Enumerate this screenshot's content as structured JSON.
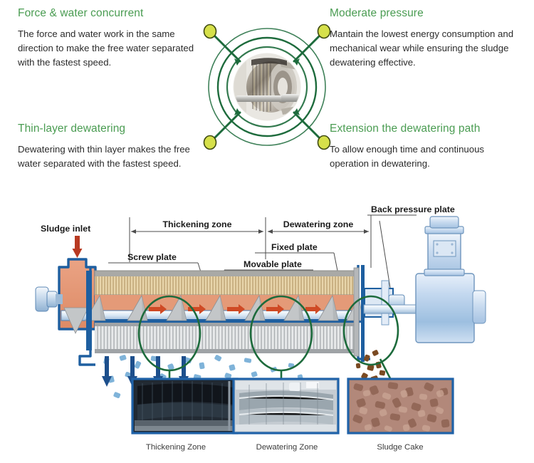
{
  "features": [
    {
      "id": "force-water-concurrent",
      "title": "Force & water concurrent",
      "body": "The force and water work in the same direction to make the free water separated with the fastest speed."
    },
    {
      "id": "moderate-pressure",
      "title": "Moderate pressure",
      "body": "Mantain the lowest energy consumption and mechanical wear while ensuring the sludge dewatering effective."
    },
    {
      "id": "thin-layer-dewatering",
      "title": "Thin-layer dewatering",
      "body": "Dewatering with thin layer makes the free water separated with the fastest speed."
    },
    {
      "id": "extension-dewatering-path",
      "title": "Extension the dewatering path",
      "body": "To allow enough time and continuous operation in dewatering."
    }
  ],
  "hub": {
    "node_count": 4,
    "ring_count": 3,
    "center_image": "screw-press-drum-photo"
  },
  "diagram": {
    "labels": {
      "sludge_inlet": "Sludge inlet",
      "thickening_zone": "Thickening zone",
      "dewatering_zone": "Dewatering zone",
      "screw_plate": "Screw plate",
      "fixed_plate": "Fixed plate",
      "movable_plate": "Movable plate",
      "back_pressure_plate": "Back pressure plate"
    },
    "photos": [
      {
        "id": "thickening-zone-photo",
        "caption": "Thickening Zone"
      },
      {
        "id": "dewatering-zone-photo",
        "caption": "Dewatering Zone"
      },
      {
        "id": "sludge-cake-photo",
        "caption": "Sludge Cake"
      }
    ]
  },
  "colors": {
    "heading_green": "#4a9c52",
    "hub_ring_green": "#1d6b3c",
    "hub_node_yellow": "#d6e04a",
    "body_text": "#2b2b2b",
    "machine_body_orange": "#e08d6a",
    "machine_frame_blue": "#1e5fa0",
    "plate_tan": "#e4cfa3",
    "plate_gray": "#c9cbcc",
    "water_blue": "#7fb3d9",
    "arrow_red": "#cf4a25",
    "arrow_blue": "#1d4f8c",
    "sludge_brown": "#7a4a22",
    "photo_border_blue": "#1f62a8",
    "motor_blue": "#b9cfe8"
  }
}
